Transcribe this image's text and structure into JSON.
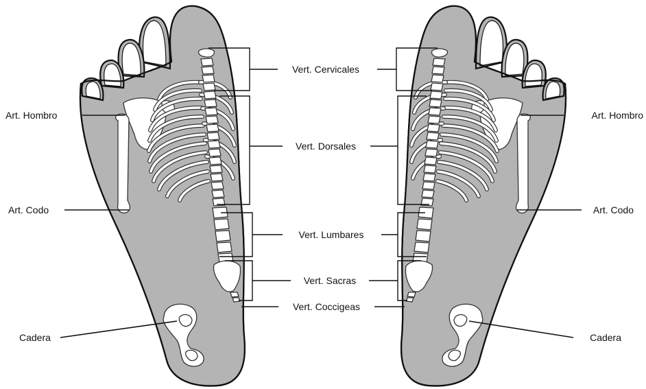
{
  "figure": {
    "colors": {
      "foot_fill": "#b4b4b4",
      "foot_stroke": "#111111",
      "bone_fill": "#ffffff",
      "line": "#111111"
    },
    "labels_center": {
      "cervicales": "Vert. Cervicales",
      "dorsales": "Vert. Dorsales",
      "lumbares": "Vert. Lumbares",
      "sacras": "Vert. Sacras",
      "coccigeas": "Vert. Coccigeas"
    },
    "left_foot": {
      "hombro": "Art. Hombro",
      "codo": "Art. Codo",
      "cadera": "Cadera"
    },
    "right_foot": {
      "hombro": "Art. Hombro",
      "codo": "Art. Codo",
      "cadera": "Cadera"
    }
  }
}
